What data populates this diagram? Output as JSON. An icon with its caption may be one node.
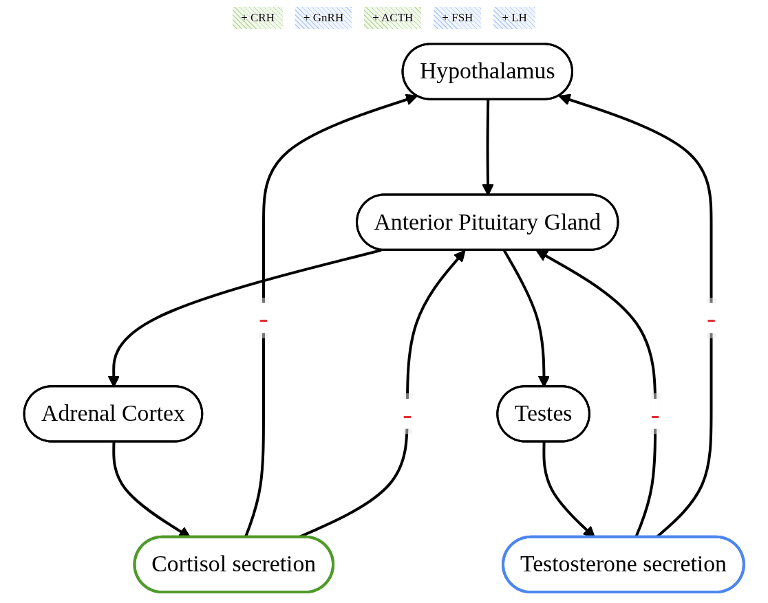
{
  "diagram": {
    "nodes": [
      {
        "text": [
          "Hypothalamus"
        ]
      },
      {
        "text": [
          "Anterior Pituitary Gland"
        ]
      },
      {
        "text": [
          "Adrenal Cortex"
        ]
      },
      {
        "text": [
          "Testes"
        ]
      },
      {
        "text": [
          "Cortisol secretion"
        ]
      },
      {
        "text": [
          "Testosterone secretion"
        ]
      }
    ],
    "edges": [
      {
        "from": 0,
        "to": 1,
        "arrow": "to"
      },
      {
        "from": 1,
        "to": 2,
        "arrow": "to"
      },
      {
        "from": 1,
        "to": 3,
        "arrow": "to"
      },
      {
        "from": 2,
        "to": 4,
        "arrow": "to"
      },
      {
        "from": 3,
        "to": 5,
        "arrow": "to"
      },
      {
        "from": 4,
        "to": 0,
        "arrow": "to",
        "label": "-"
      },
      {
        "from": 4,
        "to": 1,
        "arrow": "to",
        "label": "-"
      },
      {
        "from": 5,
        "to": 1,
        "arrow": "to",
        "label": "-"
      },
      {
        "from": 5,
        "to": 0,
        "arrow": "to",
        "label": "-"
      }
    ],
    "labels": [
      "+ CRH",
      "+ GnRH",
      "+ ACTH",
      "+ FSH",
      "+ LH"
    ]
  }
}
